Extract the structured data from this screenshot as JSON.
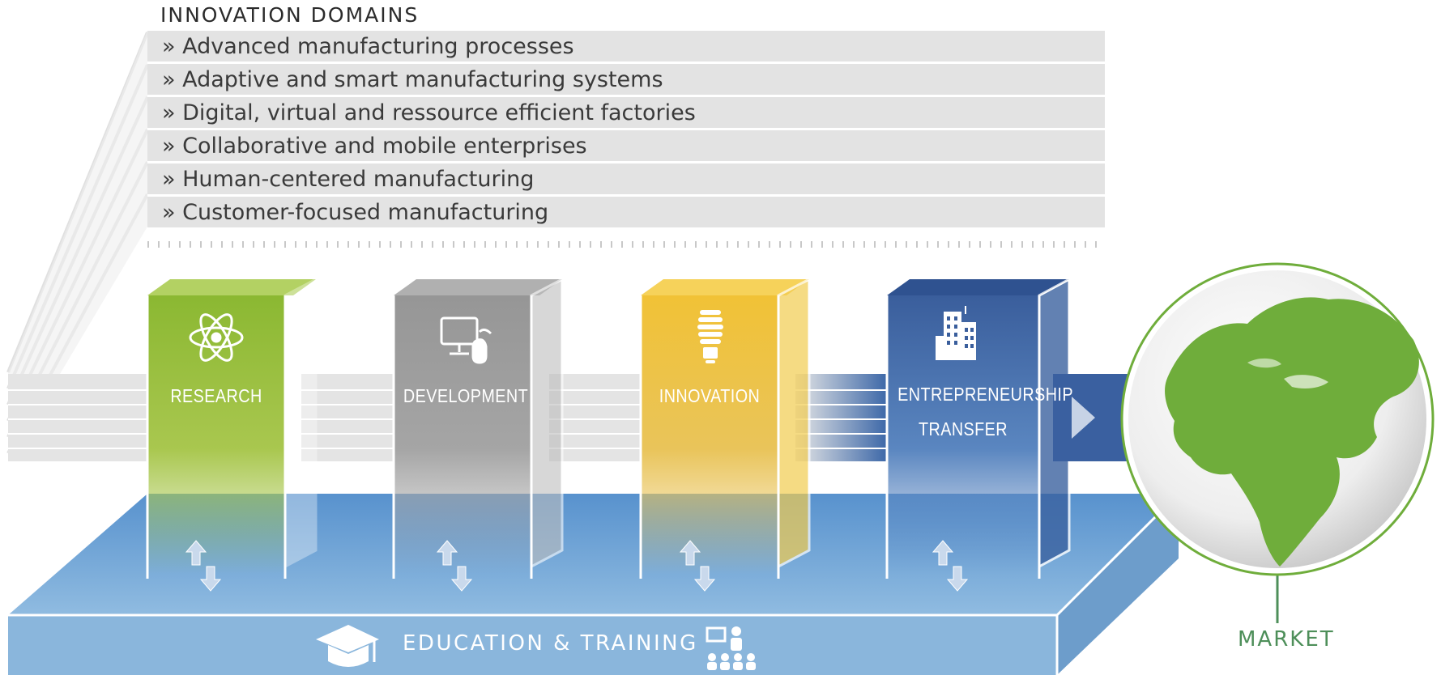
{
  "title": "INNOVATION DOMAINS",
  "domains": [
    "» Advanced manufacturing processes",
    "» Adaptive and smart manufacturing systems",
    "» Digital, virtual and ressource efficient factories",
    "» Collaborative and mobile enterprises",
    "» Human-centered manufacturing",
    "» Customer-focused manufacturing"
  ],
  "pillars": {
    "research": {
      "label": "RESEARCH",
      "color": "#8db833",
      "icon": "atom-icon"
    },
    "development": {
      "label": "DEVELOPMENT",
      "color": "#9a9a9a",
      "icon": "computer-mouse-icon"
    },
    "innovation": {
      "label": "INNOVATION",
      "color": "#f0c43a",
      "icon": "light-bulb-icon"
    },
    "entrepreneurship": {
      "label_line1": "ENTREPRENEURSHIP",
      "label_line2": "TRANSFER",
      "color": "#3a5f9a",
      "icon": "building-icon"
    }
  },
  "base": {
    "label": "EDUCATION & TRAINING",
    "color": "#7aaedb",
    "icons": [
      "graduation-cap-icon",
      "teacher-class-icon"
    ]
  },
  "market": {
    "label": "MARKET",
    "color": "#6fad3b"
  }
}
